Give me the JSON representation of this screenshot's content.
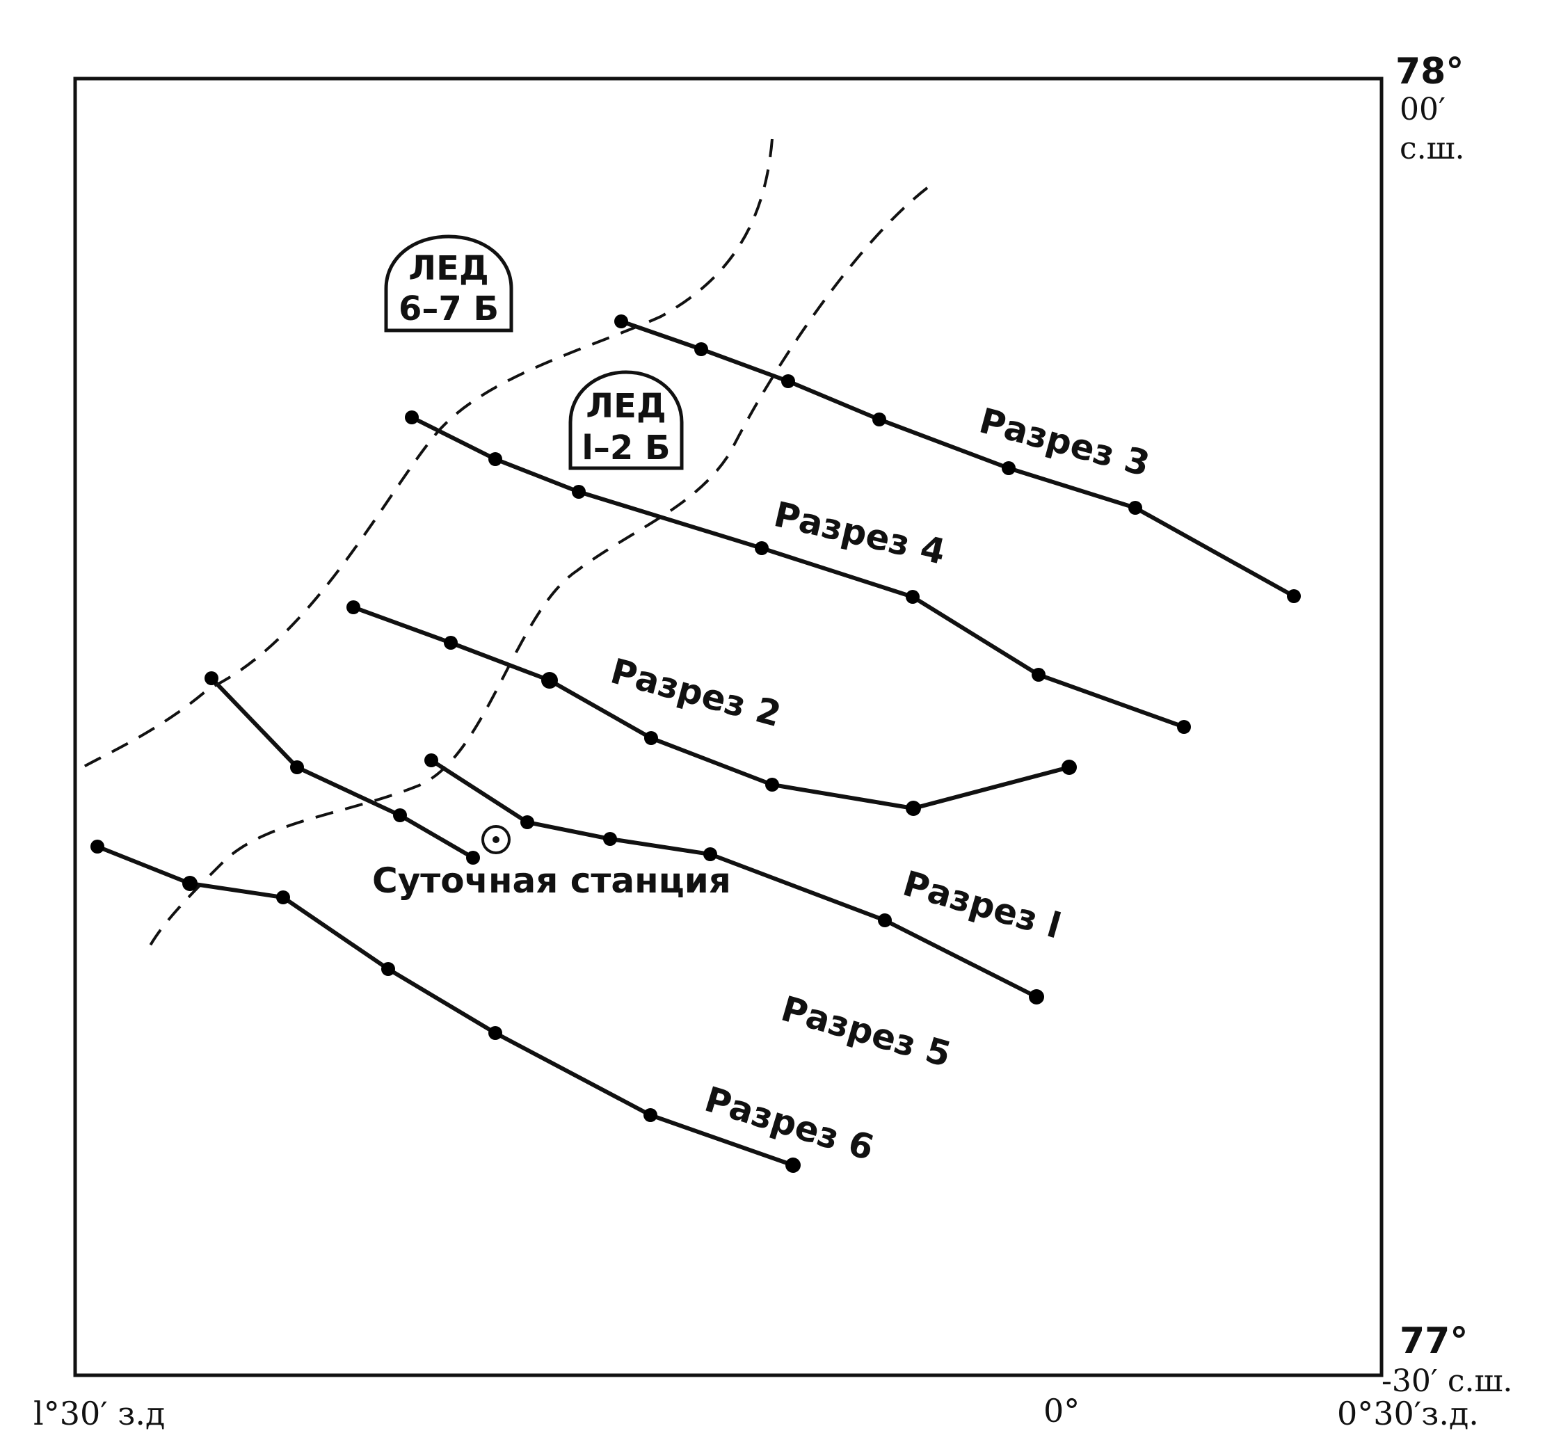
{
  "corner_labels": {
    "lat_top_deg": "78°",
    "lat_top_min": "00′",
    "lat_top_hemi": "с.ш.",
    "lat_bottom_deg": "77°",
    "lat_bottom_min": "-30′ с.ш.",
    "lon_left": "l°30′ з.д",
    "lon_center": "0°",
    "lon_right": "0°30′з.д."
  },
  "ice_zones": [
    {
      "line1": "ЛЕД",
      "line2": "6–7 Б"
    },
    {
      "line1": "ЛЕД",
      "line2": "l–2 Б"
    }
  ],
  "sections": [
    {
      "label": "Разрез 3"
    },
    {
      "label": "Разрез 4"
    },
    {
      "label": "Разрез 2"
    },
    {
      "label": "Разрез l"
    },
    {
      "label": "Разрез 5"
    },
    {
      "label": "Разрез 6"
    }
  ],
  "station": {
    "label": "Суточная станция",
    "icon": "circled-dot-icon"
  },
  "colors": {
    "ink": "#111111",
    "background": "#ffffff"
  }
}
